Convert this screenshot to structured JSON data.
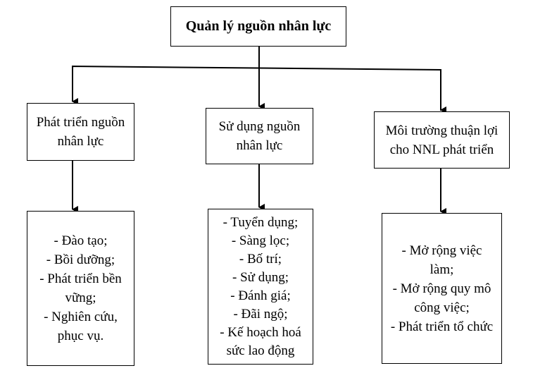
{
  "root": {
    "label": "Quản lý nguồn nhân lực"
  },
  "categories": [
    {
      "label": "Phát triển nguồn\nnhân lực",
      "items": [
        "- Đào tạo;",
        "- Bồi dưỡng;",
        "- Phát triển bền\nvững;",
        "- Nghiên cứu,\nphục vụ."
      ]
    },
    {
      "label": "Sử dụng nguồn\nnhân lực",
      "items": [
        "- Tuyển dụng;",
        "- Sàng lọc;",
        "- Bố trí;",
        "- Sử dụng;",
        "- Đánh giá;",
        "- Đãi ngộ;",
        "- Kế hoạch hoá\nsức lao động"
      ]
    },
    {
      "label": "Môi trường thuận lợi\ncho NNL phát triển",
      "items": [
        "- Mở rộng việc\nlàm;",
        "- Mở rộng quy mô\ncông việc;",
        "- Phát triển tổ chức"
      ]
    }
  ]
}
